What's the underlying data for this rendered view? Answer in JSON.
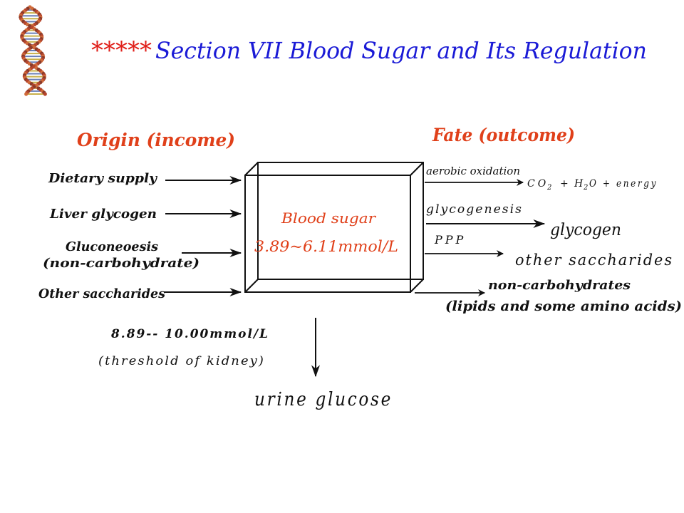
{
  "title": {
    "stars": "*****",
    "text": "Section VII   Blood Sugar and Its Regulation"
  },
  "headings": {
    "origin": "Origin   (income)",
    "fate": "Fate (outcome)"
  },
  "sources": {
    "dietary": "Dietary supply",
    "liver": "Liver glycogen",
    "gluconeo_1": "Gluconeoesis",
    "gluconeo_2": "(non-carbohydrate)",
    "other": "Other saccharides"
  },
  "box": {
    "label": "Blood sugar",
    "range": "3.89~6.11mmol/L"
  },
  "outcomes": {
    "aerobic_label": "aerobic oxidation",
    "aerobic_product": {
      "co": "CO",
      "sub2a": "2",
      "plus1": "+",
      "h": "H",
      "sub2b": "2",
      "o_energy": "O  + energy"
    },
    "glycogenesis_label": "glycogenesis",
    "glycogen": "glycogen",
    "ppp_label": "PPP",
    "other_sacch": "other saccharides",
    "noncarb_1": "non-carbohydrates",
    "noncarb_2": "(lipids and some amino acids)"
  },
  "kidney": {
    "range": "8.89-- 10.00mmol/L",
    "threshold": "(threshold of kidney)",
    "urine": "urine glucose"
  },
  "colors": {
    "title_blue": "#1a1ad6",
    "stars_red": "#e0201a",
    "heading_red": "#e0401a",
    "box_red": "#e0401a",
    "text_black": "#111111"
  },
  "icons": {
    "decoration": "dna-helix-icon"
  }
}
